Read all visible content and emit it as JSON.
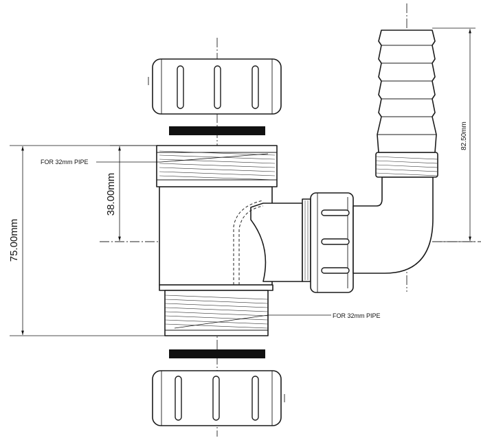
{
  "labels": {
    "pipe_top": "FOR 32mm PIPE",
    "pipe_bottom": "FOR 32mm PIPE"
  },
  "dimensions": {
    "overall_height": "75.00mm",
    "centre_height": "38.00mm",
    "spigot_height": "82.50mm"
  }
}
